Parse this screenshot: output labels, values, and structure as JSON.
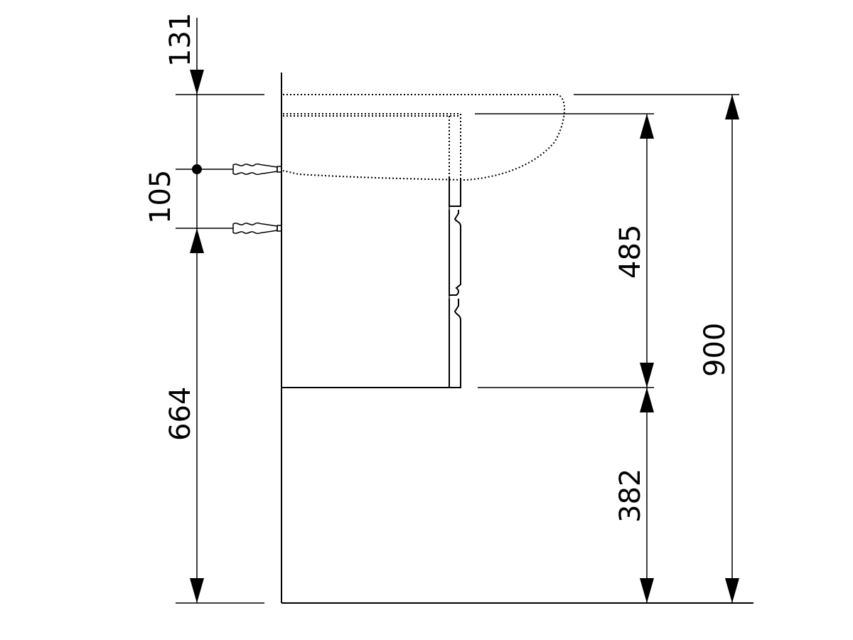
{
  "dimensions": {
    "top_offset": "131",
    "fixing_spacing": "105",
    "lower_fixing_height": "664",
    "cabinet_height": "485",
    "floor_clearance": "382",
    "overall_height": "900"
  },
  "colors": {
    "stroke": "#000000",
    "background": "#ffffff"
  }
}
